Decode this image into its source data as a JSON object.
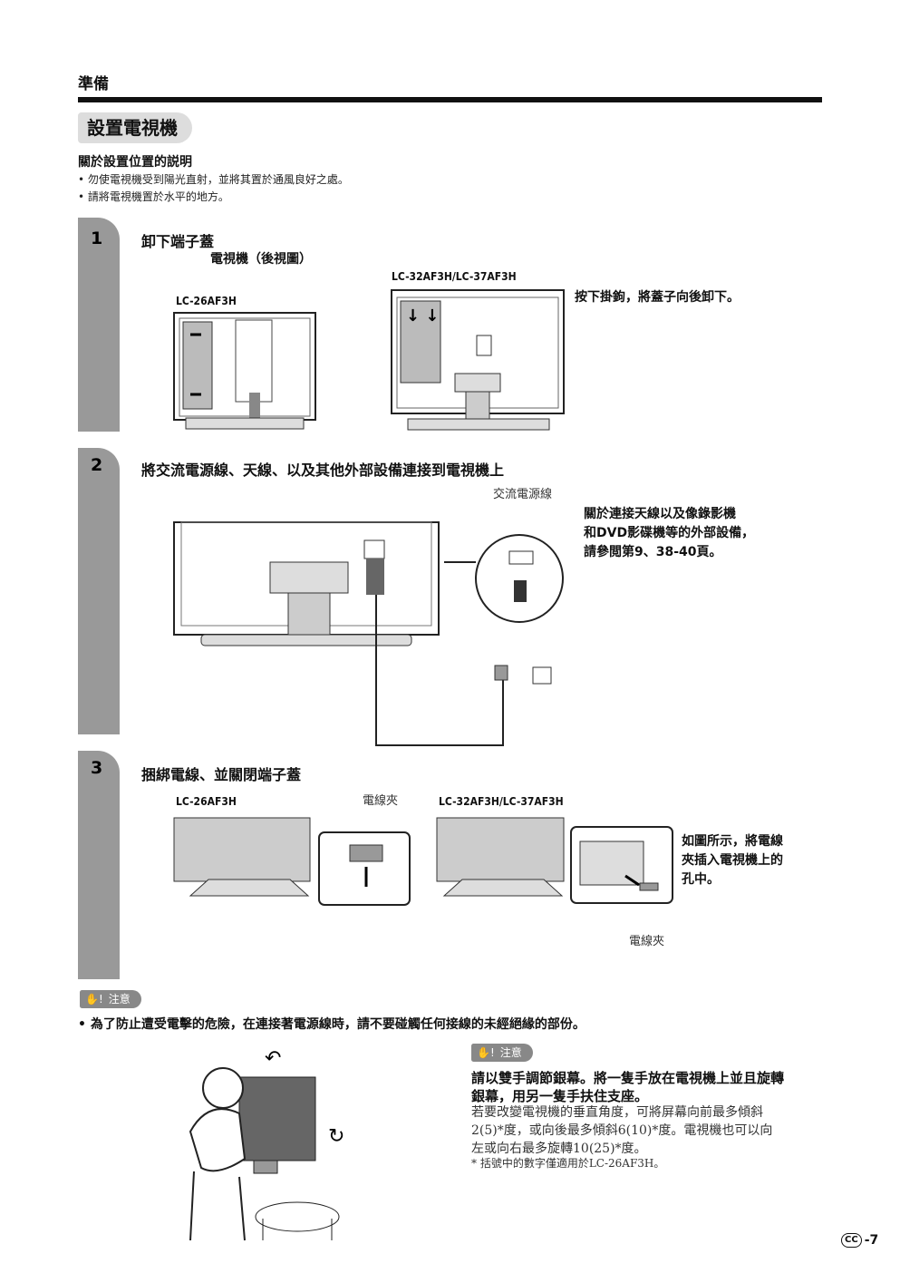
{
  "header": {
    "section": "準備"
  },
  "title": "設置電視機",
  "location": {
    "heading": "關於設置位置的説明",
    "bullets": [
      "勿使電視機受到陽光直射，並將其置於通風良好之處。",
      "請將電視機置於水平的地方。"
    ]
  },
  "step1": {
    "number": "1",
    "title": "卸下端子蓋",
    "subtitle": "電視機（後視圖）",
    "model_a": "LC-26AF3H",
    "model_b": "LC-32AF3H/LC-37AF3H",
    "instruction": "按下掛鉤，將蓋子向後卸下。"
  },
  "step2": {
    "number": "2",
    "title": "將交流電源線、天線、以及其他外部設備連接到電視機上",
    "cable_label": "交流電源線",
    "note_lines": [
      "關於連接天線以及像錄影機",
      "和DVD影碟機等的外部設備，",
      "請參閲第9、38-40頁。"
    ]
  },
  "step3": {
    "number": "3",
    "title": "捆綁電線、並關閉端子蓋",
    "model_a": "LC-26AF3H",
    "model_b": "LC-32AF3H/LC-37AF3H",
    "clip_label_top": "電線夾",
    "clip_label_bottom": "電線夾",
    "note_lines": [
      "如圖所示，將電線",
      "夾插入電視機上的",
      "孔中。"
    ]
  },
  "caution": {
    "label": "注意",
    "warning": "• 為了防止遭受電擊的危險，在連接著電源線時，請不要碰觸任何接線的未經絕緣的部份。"
  },
  "caution2": {
    "label": "注意",
    "bold_lines": [
      "請以雙手調節銀幕。將一隻手放在電視機上並且旋轉",
      "銀幕，用另一隻手扶住支座。"
    ],
    "body_lines": [
      "若要改變電視機的垂直角度，可將屏幕向前最多傾斜",
      "2(5)*度，或向後最多傾斜6(10)*度。電視機也可以向",
      "左或向右最多旋轉10(25)*度。"
    ],
    "footnote": "* 括號中的數字僅適用於LC-26AF3H。"
  },
  "footer": {
    "lang_badge": "CC",
    "page": "-7"
  }
}
